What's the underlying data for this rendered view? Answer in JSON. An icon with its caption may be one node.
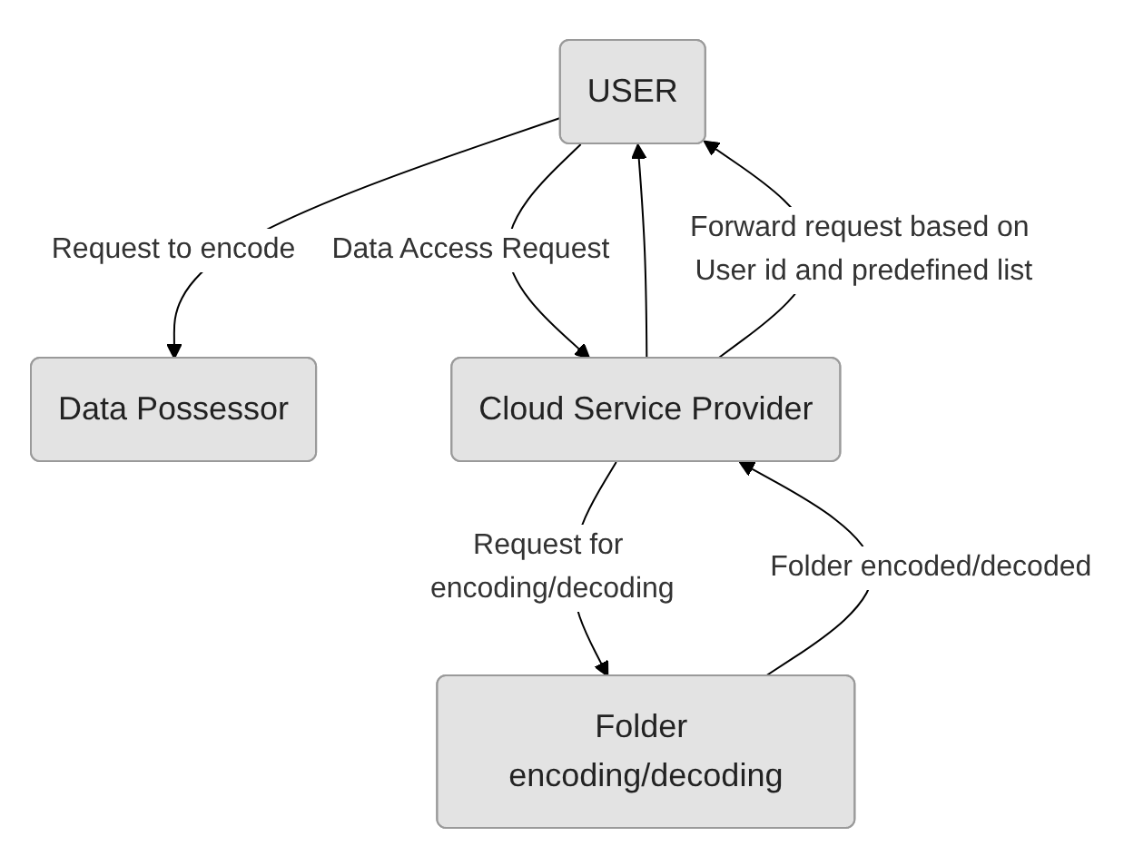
{
  "diagram": {
    "nodes": [
      {
        "text": [
          "USER"
        ]
      },
      {
        "text": [
          "Data Possessor"
        ]
      },
      {
        "text": [
          "Cloud Service Provider"
        ]
      },
      {
        "text": [
          "Folder encoding/decoding"
        ]
      }
    ],
    "edges": [
      {
        "from": 0,
        "to": 1,
        "arrow": "to",
        "label": "Request to encode"
      },
      {
        "from": 0,
        "to": 2,
        "arrow": "to",
        "label": "Data Access Request"
      },
      {
        "from": 2,
        "to": 0,
        "arrow": "to"
      },
      {
        "from": 2,
        "to": 0,
        "arrow": "to",
        "label": "Forward request based on User id and predefined list"
      },
      {
        "from": 2,
        "to": 3,
        "arrow": "to",
        "label": "Request for encoding/decoding"
      },
      {
        "from": 3,
        "to": 2,
        "arrow": "to",
        "label": "Folder encoded/decoded"
      }
    ]
  }
}
